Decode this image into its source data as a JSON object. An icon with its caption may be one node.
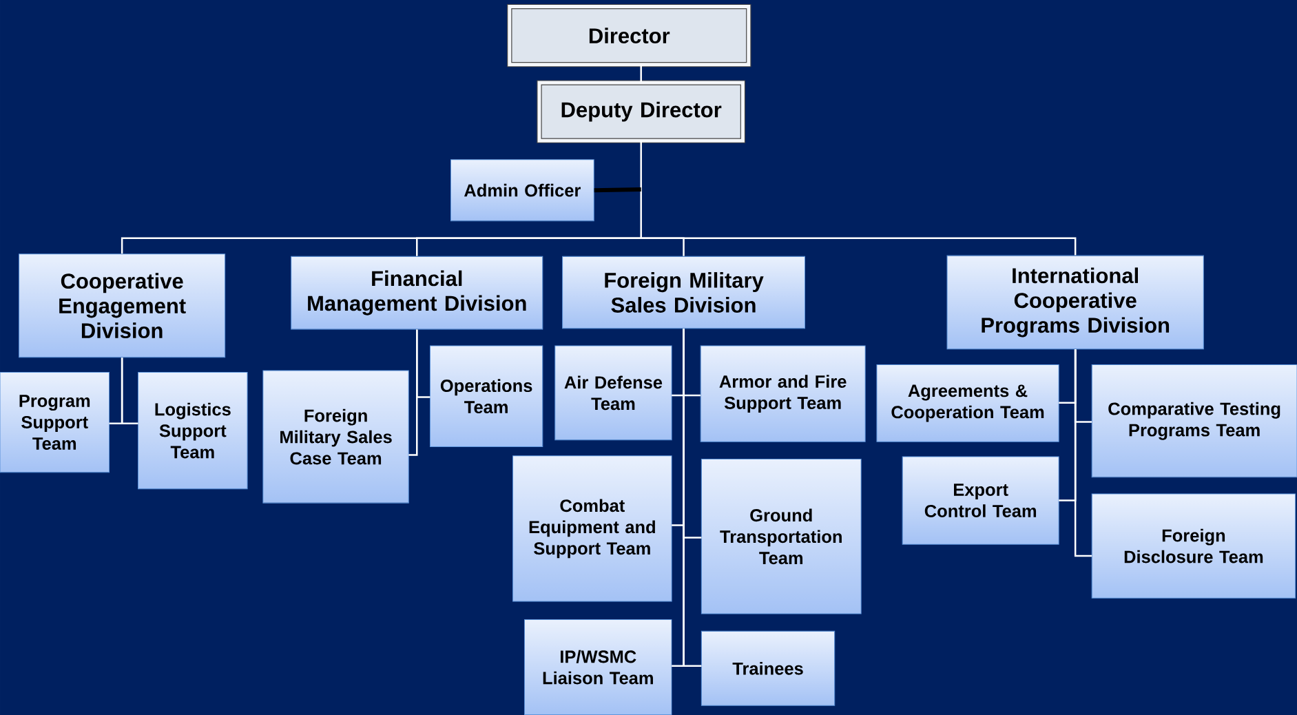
{
  "diagram": {
    "nodes": [
      {
        "text": [
          "Director"
        ]
      },
      {
        "text": [
          "Deputy  Director"
        ]
      },
      {
        "text": [
          "Admin Officer"
        ]
      },
      {
        "text": [
          "Cooperative Engagement Division"
        ]
      },
      {
        "text": [
          "Financial Management Division"
        ]
      },
      {
        "text": [
          "Foreign Military Sales Division"
        ]
      },
      {
        "text": [
          "International Cooperative Programs Division"
        ]
      },
      {
        "text": [
          "Program Support Team"
        ]
      },
      {
        "text": [
          "Logistics Support Team"
        ]
      },
      {
        "text": [
          "Foreign Military Sales Case Team"
        ]
      },
      {
        "text": [
          "Operations Team"
        ]
      },
      {
        "text": [
          "Air Defense Team"
        ]
      },
      {
        "text": [
          "Armor and Fire Support Team"
        ]
      },
      {
        "text": [
          "Combat Equipment and Support Team"
        ]
      },
      {
        "text": [
          "Ground Transportation Team"
        ]
      },
      {
        "text": [
          "IP/WSMC Liaison Team"
        ]
      },
      {
        "text": [
          "Trainees"
        ]
      },
      {
        "text": [
          "Agreements & Cooperation Team"
        ]
      },
      {
        "text": [
          "Comparative Testing Programs Team"
        ]
      },
      {
        "text": [
          "Export Control Team"
        ]
      },
      {
        "text": [
          "Foreign Disclosure Team"
        ]
      }
    ],
    "edges": [
      {
        "from": 0,
        "to": 1,
        "arrow": "none"
      },
      {
        "from": 2,
        "to": 1,
        "arrow": "none",
        "style": "thick",
        "color": "#000000"
      },
      {
        "from": 1,
        "to": 3,
        "arrow": "none"
      },
      {
        "from": 1,
        "to": 4,
        "arrow": "none"
      },
      {
        "from": 1,
        "to": 5,
        "arrow": "none"
      },
      {
        "from": 1,
        "to": 6,
        "arrow": "none"
      },
      {
        "from": 3,
        "to": 7,
        "arrow": "none"
      },
      {
        "from": 3,
        "to": 8,
        "arrow": "none"
      },
      {
        "from": 4,
        "to": 10,
        "arrow": "none"
      },
      {
        "from": 4,
        "to": 9,
        "arrow": "none"
      },
      {
        "from": 5,
        "to": 11,
        "arrow": "none"
      },
      {
        "from": 5,
        "to": 12,
        "arrow": "none"
      },
      {
        "from": 5,
        "to": 13,
        "arrow": "none"
      },
      {
        "from": 5,
        "to": 14,
        "arrow": "none"
      },
      {
        "from": 5,
        "to": 15,
        "arrow": "none"
      },
      {
        "from": 5,
        "to": 16,
        "arrow": "none"
      },
      {
        "from": 6,
        "to": 17,
        "arrow": "none"
      },
      {
        "from": 6,
        "to": 18,
        "arrow": "none"
      },
      {
        "from": 6,
        "to": 19,
        "arrow": "none"
      },
      {
        "from": 6,
        "to": 20,
        "arrow": "none"
      }
    ]
  }
}
